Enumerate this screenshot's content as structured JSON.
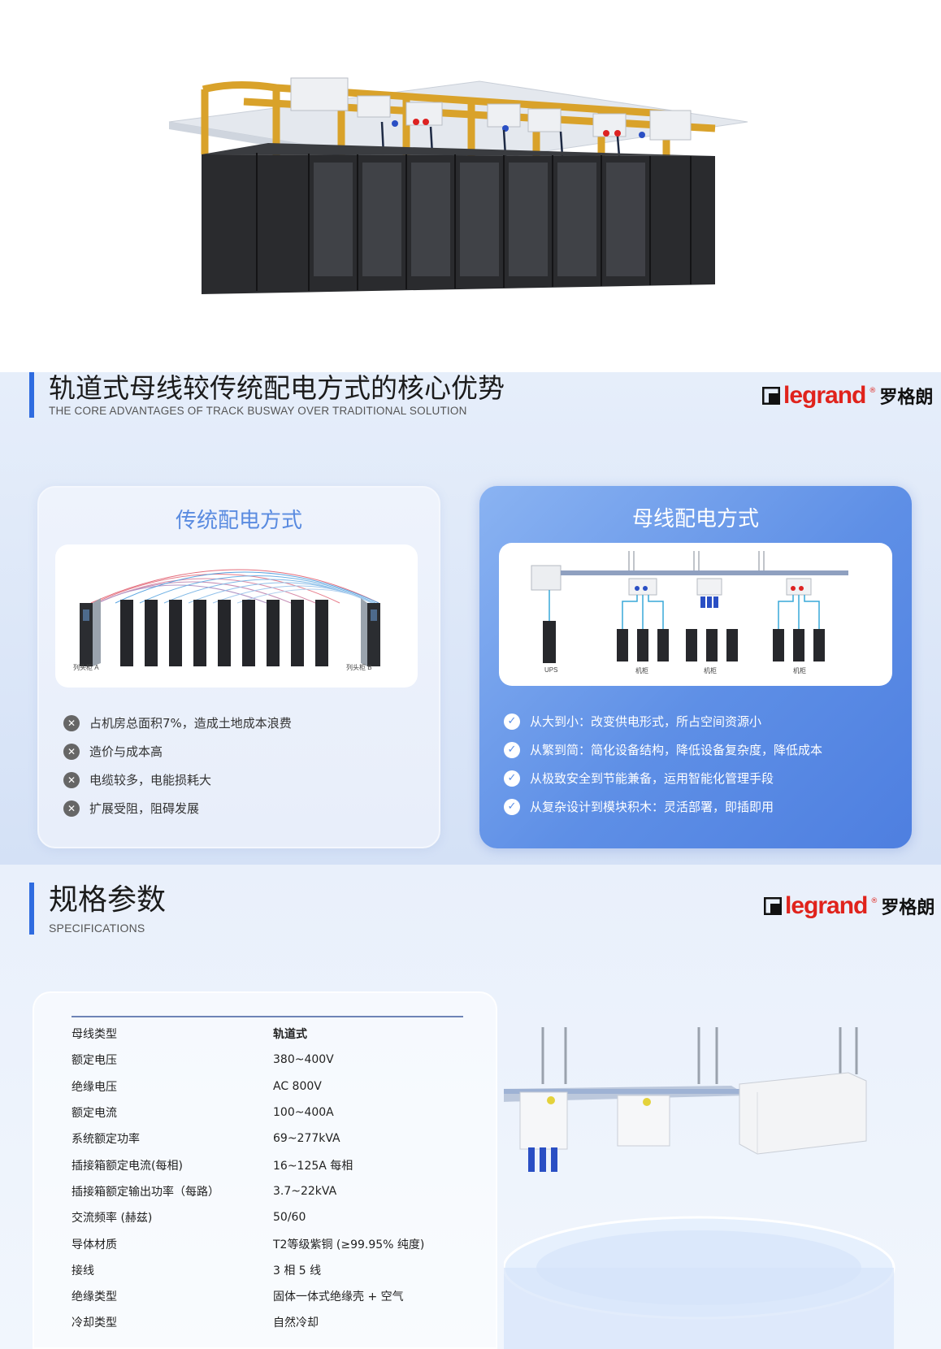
{
  "hero": {
    "alt_name": "datacenter-cabinet-row"
  },
  "advantages": {
    "title": "轨道式母线较传统配电方式的核心优势",
    "subtitle": "THE CORE ADVANTAGES OF TRACK BUSWAY OVER TRADITIONAL SOLUTION",
    "logo_word": "legrand",
    "logo_reg": "®",
    "logo_cn": "罗格朗",
    "traditional": {
      "title": "传统配电方式",
      "label_a": "列头柜 A",
      "label_b": "列头柜 B",
      "items": [
        "占机房总面积7%，造成土地成本浪费",
        "造价与成本高",
        "电缆较多，电能损耗大",
        "扩展受阻，阻碍发展"
      ]
    },
    "busway": {
      "title": "母线配电方式",
      "label_ups": "UPS",
      "label_cab": "机柜",
      "items": [
        "从大到小：改变供电形式，所占空间资源小",
        "从繁到简：简化设备结构，降低设备复杂度，降低成本",
        "从极致安全到节能兼备，运用智能化管理手段",
        "从复杂设计到模块积木：灵活部署，即插即用"
      ]
    },
    "icon_x": "✕",
    "icon_ok": "✓"
  },
  "spec": {
    "title": "规格参数",
    "subtitle": "SPECIFICATIONS",
    "rows": [
      [
        "母线类型",
        "轨道式"
      ],
      [
        "额定电压",
        "380~400V"
      ],
      [
        "绝缘电压",
        "AC 800V"
      ],
      [
        "额定电流",
        "100~400A"
      ],
      [
        "系统额定功率",
        "69~277kVA"
      ],
      [
        "插接箱额定电流(每相)",
        "16~125A 每相"
      ],
      [
        "插接箱额定输出功率（每路）",
        "3.7~22kVA"
      ],
      [
        "交流频率 (赫兹)",
        "50/60"
      ],
      [
        "导体材质",
        "T2等级紫铜 (≥99.95% 纯度)"
      ],
      [
        "接线",
        "3 相 5 线"
      ],
      [
        "绝缘类型",
        "固体一体式绝缘壳 + 空气"
      ],
      [
        "冷却类型",
        "自然冷却"
      ]
    ]
  },
  "colors": {
    "accent": "#2f6ce0",
    "brand": "#e0231c",
    "card_blue": "#5e8fe6"
  }
}
